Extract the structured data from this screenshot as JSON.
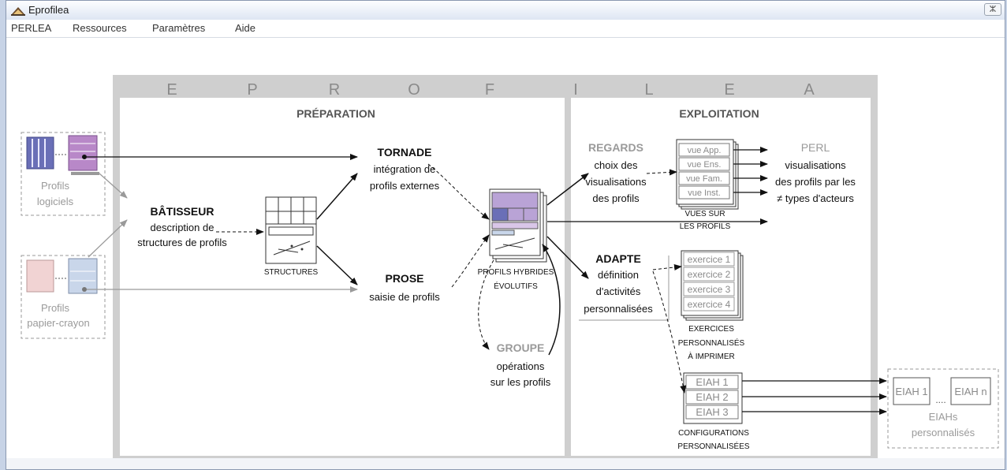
{
  "window": {
    "title": "Eprofilea",
    "close_glyph": "ⵣ"
  },
  "menu": [
    "PERLEA",
    "Ressources",
    "Paramètres",
    "Aide"
  ],
  "diagram": {
    "banner_letters": [
      "E",
      "P",
      "R",
      "O",
      "F",
      "I",
      "L",
      "E",
      "A"
    ],
    "sections": {
      "preparation": "PRÉPARATION",
      "exploitation": "EXPLOITATION"
    },
    "inputs": {
      "software_profiles": [
        "Profils",
        "logiciels"
      ],
      "paper_profiles": [
        "Profils",
        "papier-crayon"
      ]
    },
    "batisseur": {
      "title": "BÂTISSEUR",
      "lines": [
        "description de",
        "structures de profils"
      ]
    },
    "structures_label": "STRUCTURES",
    "tornade": {
      "title": "TORNADE",
      "lines": [
        "intégration de",
        "profils externes"
      ]
    },
    "prose": {
      "title": "PROSE",
      "lines": [
        "saisie de profils"
      ]
    },
    "hybrid_profiles_label": [
      "PROFILS HYBRIDES",
      "ÉVOLUTIFS"
    ],
    "groupe": {
      "title": "GROUPE",
      "lines": [
        "opérations",
        "sur les profils"
      ]
    },
    "regards": {
      "title": "REGARDS",
      "lines": [
        "choix des",
        "visualisations",
        "des profils"
      ]
    },
    "views": [
      "vue App.",
      "vue Ens.",
      "vue Fam.",
      "vue Inst."
    ],
    "views_label": [
      "VUES SUR",
      "LES PROFILS"
    ],
    "perl": {
      "title": "PERL",
      "lines": [
        "visualisations",
        "des profils par les",
        "≠ types d'acteurs"
      ]
    },
    "adapte": {
      "title": "ADAPTE",
      "lines": [
        "définition",
        "d'activités",
        "personnalisées"
      ]
    },
    "exercises": [
      "exercice 1",
      "exercice 2",
      "exercice 3",
      "exercice 4"
    ],
    "exercises_label": [
      "EXERCICES",
      "PERSONNALISÉS",
      "À IMPRIMER"
    ],
    "eiah": [
      "EIAH 1",
      "EIAH 2",
      "EIAH 3"
    ],
    "configurations_label": [
      "CONFIGURATIONS",
      "PERSONNALISÉES"
    ],
    "eiahs_output": {
      "boxes": [
        "EIAH 1",
        "EIAH n"
      ],
      "ellipsis": "....",
      "lines": [
        "EIAHs",
        "personnalisés"
      ]
    }
  }
}
